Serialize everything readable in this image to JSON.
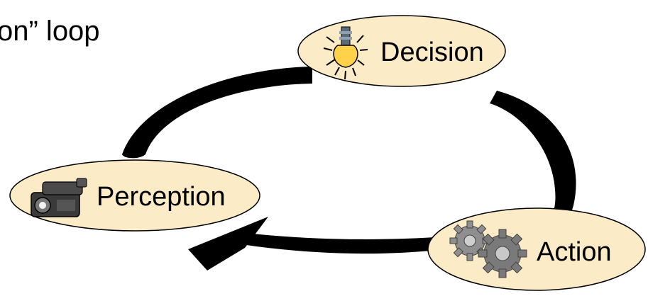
{
  "title": "on” loop",
  "nodes": {
    "decision": {
      "label": "Decision",
      "icon": "lightbulb-icon"
    },
    "perception": {
      "label": "Perception",
      "icon": "camcorder-icon"
    },
    "action": {
      "label": "Action",
      "icon": "gears-icon"
    }
  },
  "colors": {
    "node_fill": "#fbebc6",
    "stroke": "#000000",
    "bulb": "#ffd24a"
  }
}
